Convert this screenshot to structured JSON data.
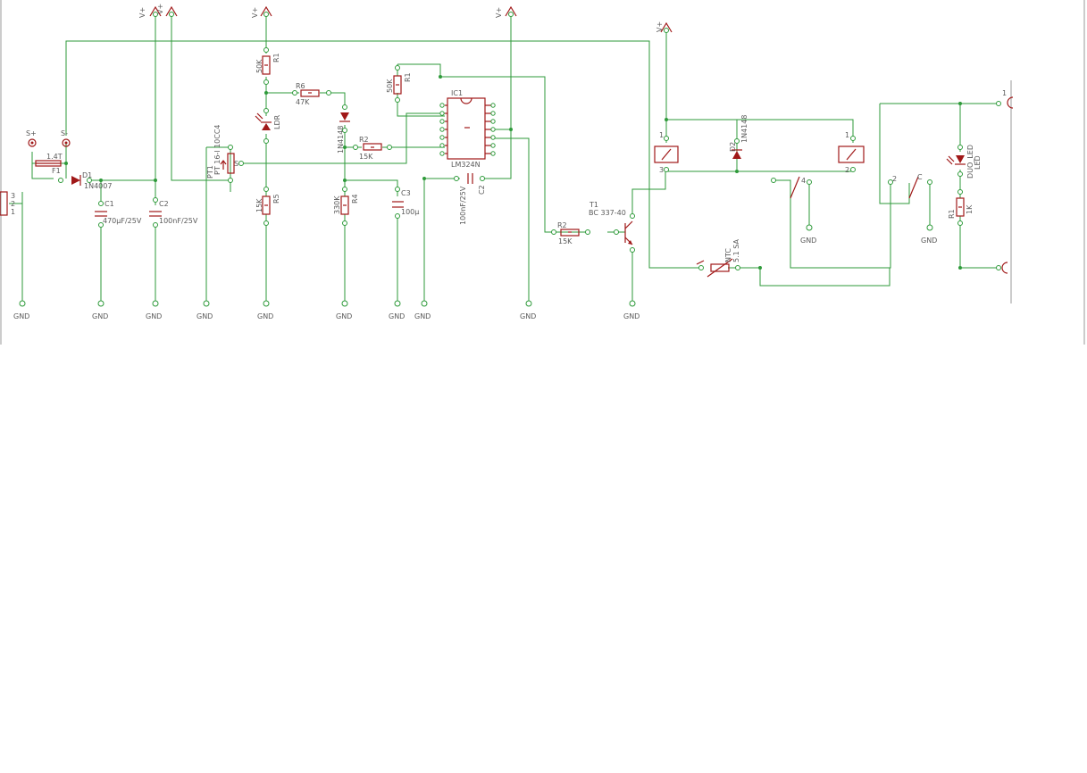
{
  "supply": {
    "vplus": "V+",
    "vsup": "V+"
  },
  "ground": {
    "label": "GND"
  },
  "connectors": {
    "s_plus": "S+",
    "s_minus": "S-",
    "pins": [
      "3",
      "2",
      "1"
    ]
  },
  "fuse": {
    "name": "F1",
    "value": "1.4T"
  },
  "d1": {
    "name": "D1",
    "value": "1N4007"
  },
  "c1": {
    "name": "C1",
    "value": "470µF/25V"
  },
  "c2": {
    "name": "C2",
    "value": "100nF/25V"
  },
  "pt1": {
    "name": "PT1",
    "value": "PT 16-l 10CC4",
    "pin": "S"
  },
  "r1a": {
    "name": "R1",
    "value": "50K"
  },
  "ldr": {
    "name": "LDR"
  },
  "r5": {
    "name": "R5",
    "value": "15K"
  },
  "r6": {
    "name": "R6",
    "value": "47K"
  },
  "d_ic": {
    "value": "1N4148"
  },
  "r2a": {
    "name": "R2",
    "value": "15K"
  },
  "r4": {
    "name": "R4",
    "value": "330K"
  },
  "c3": {
    "name": "C3",
    "value": "100µ"
  },
  "r1b": {
    "name": "R1",
    "value": "50K"
  },
  "ic1": {
    "name": "IC1",
    "value": "LM324N"
  },
  "c2b": {
    "name": "C2",
    "value": "100nF/25V"
  },
  "r2b": {
    "name": "R2",
    "value": "15K"
  },
  "t1": {
    "name": "T1",
    "value": "BC 337-40"
  },
  "d2": {
    "name": "D2",
    "value": "1N4148"
  },
  "ntc": {
    "name": "NTC",
    "value": "5.1 SA"
  },
  "duo_led": {
    "name": "DUO_LED",
    "value": "LED"
  },
  "r_led": {
    "name": "R1",
    "value": "1K"
  },
  "relay_pins": {
    "left_1": "1",
    "left_2": "3",
    "right_1": "1",
    "right_2": "2",
    "sw1": "4",
    "sw2": "2",
    "sw3": "C"
  }
}
